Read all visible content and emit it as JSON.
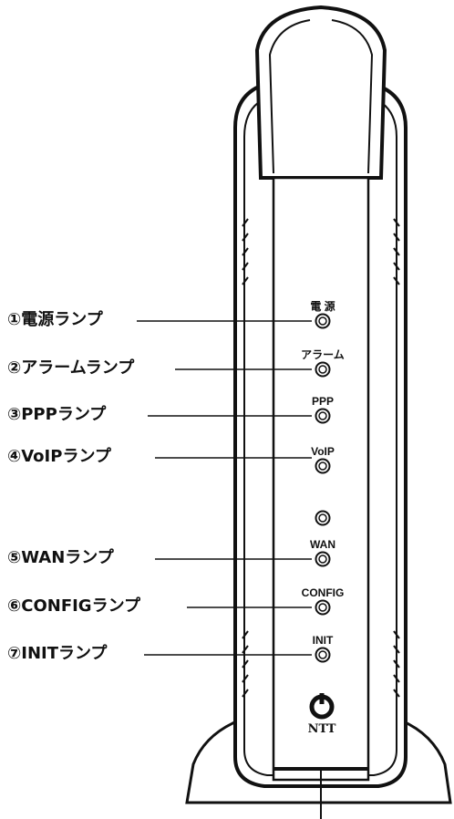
{
  "callouts": [
    {
      "label": "①電源ランプ"
    },
    {
      "label": "②アラームランプ"
    },
    {
      "label": "③PPPランプ"
    },
    {
      "label": "④VoIPランプ"
    },
    {
      "label": "⑤WANランプ"
    },
    {
      "label": "⑥CONFIGランプ"
    },
    {
      "label": "⑦INITランプ"
    }
  ],
  "led_labels": [
    "電 源",
    "アラーム",
    "PPP",
    "VoIP",
    "",
    "WAN",
    "CONFIG",
    "INIT"
  ],
  "logo": {
    "text": "NTT"
  }
}
